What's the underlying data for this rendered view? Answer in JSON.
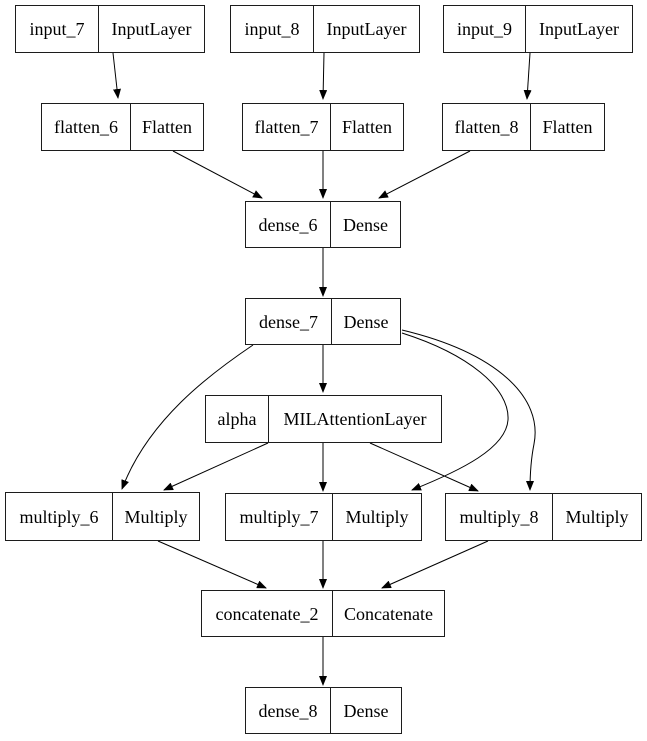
{
  "diagram_type": "neural-network-layer-graph",
  "colors": {
    "background": "#ffffff",
    "node_border": "#000000",
    "edge": "#000000",
    "text": "#000000"
  },
  "nodes": [
    {
      "name": "input_7",
      "type": "InputLayer"
    },
    {
      "name": "input_8",
      "type": "InputLayer"
    },
    {
      "name": "input_9",
      "type": "InputLayer"
    },
    {
      "name": "flatten_6",
      "type": "Flatten"
    },
    {
      "name": "flatten_7",
      "type": "Flatten"
    },
    {
      "name": "flatten_8",
      "type": "Flatten"
    },
    {
      "name": "dense_6",
      "type": "Dense"
    },
    {
      "name": "dense_7",
      "type": "Dense"
    },
    {
      "name": "alpha",
      "type": "MILAttentionLayer"
    },
    {
      "name": "multiply_6",
      "type": "Multiply"
    },
    {
      "name": "multiply_7",
      "type": "Multiply"
    },
    {
      "name": "multiply_8",
      "type": "Multiply"
    },
    {
      "name": "concatenate_2",
      "type": "Concatenate"
    },
    {
      "name": "dense_8",
      "type": "Dense"
    }
  ],
  "edges": [
    {
      "from": "input_7",
      "to": "flatten_6"
    },
    {
      "from": "input_8",
      "to": "flatten_7"
    },
    {
      "from": "input_9",
      "to": "flatten_8"
    },
    {
      "from": "flatten_6",
      "to": "dense_6"
    },
    {
      "from": "flatten_7",
      "to": "dense_6"
    },
    {
      "from": "flatten_8",
      "to": "dense_6"
    },
    {
      "from": "dense_6",
      "to": "dense_7"
    },
    {
      "from": "dense_7",
      "to": "alpha"
    },
    {
      "from": "dense_7",
      "to": "multiply_6"
    },
    {
      "from": "dense_7",
      "to": "multiply_7"
    },
    {
      "from": "dense_7",
      "to": "multiply_8"
    },
    {
      "from": "alpha",
      "to": "multiply_6"
    },
    {
      "from": "alpha",
      "to": "multiply_7"
    },
    {
      "from": "alpha",
      "to": "multiply_8"
    },
    {
      "from": "multiply_6",
      "to": "concatenate_2"
    },
    {
      "from": "multiply_7",
      "to": "concatenate_2"
    },
    {
      "from": "multiply_8",
      "to": "concatenate_2"
    },
    {
      "from": "concatenate_2",
      "to": "dense_8"
    }
  ]
}
